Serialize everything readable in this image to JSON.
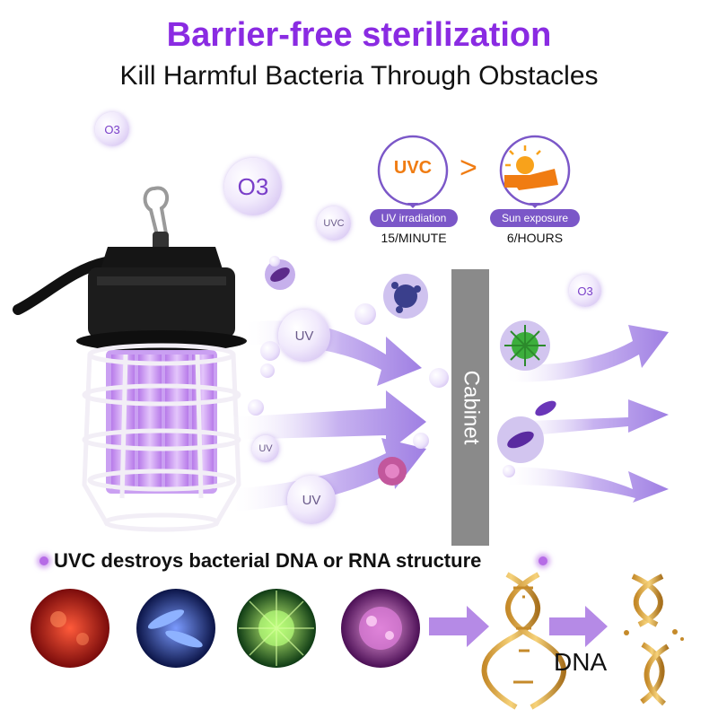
{
  "header": {
    "title": "Barrier-free sterilization",
    "subtitle": "Kill Harmful Bacteria Through Obstacles"
  },
  "comparison": {
    "uvc_label": "UVC",
    "compare_sign": ">",
    "uv_irradiation_label": "UV irradiation",
    "uv_rate": "15/MINUTE",
    "sun_exposure_label": "Sun exposure",
    "sun_rate": "6/HOURS"
  },
  "bubbles": {
    "o3_top": "O3",
    "o3_large": "O3",
    "o3_right": "O3",
    "uvc_small": "UVC",
    "uv_1": "UV",
    "uv_2": "UV",
    "uv_3": "UV"
  },
  "barrier": {
    "label": "Cabinet"
  },
  "bottom": {
    "caption": "UVC destroys bacterial DNA or RNA structure",
    "dna_label": "DNA"
  },
  "colors": {
    "title": "#8a2be2",
    "accent_purple": "#7b57c8",
    "cabinet": "#8a8a8a"
  }
}
